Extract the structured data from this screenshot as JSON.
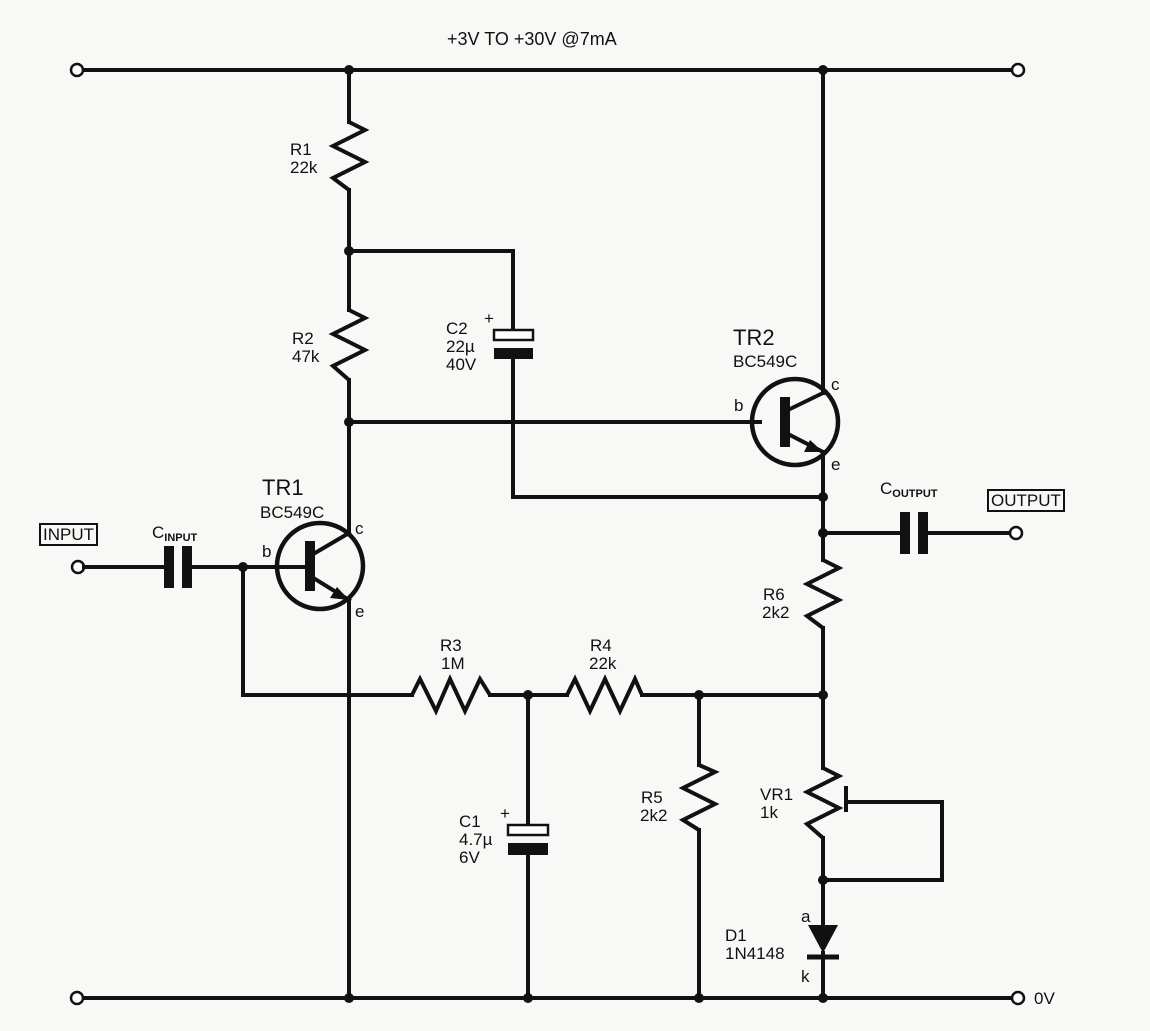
{
  "supply_label": "+3V TO +30V @7mA",
  "ground_label": "0V",
  "input_label": "INPUT",
  "output_label": "OUTPUT",
  "c_input": {
    "main": "C",
    "sub": "INPUT"
  },
  "c_output": {
    "main": "C",
    "sub": "OUTPUT"
  },
  "components": {
    "r1": {
      "ref": "R1",
      "value": "22k"
    },
    "r2": {
      "ref": "R2",
      "value": "47k"
    },
    "r3": {
      "ref": "R3",
      "value": "1M"
    },
    "r4": {
      "ref": "R4",
      "value": "22k"
    },
    "r5": {
      "ref": "R5",
      "value": "2k2"
    },
    "r6": {
      "ref": "R6",
      "value": "2k2"
    },
    "vr1": {
      "ref": "VR1",
      "value": "1k"
    },
    "c1": {
      "ref": "C1",
      "value": "4.7µ",
      "voltage": "6V",
      "polarity": "+"
    },
    "c2": {
      "ref": "C2",
      "value": "22µ",
      "voltage": "40V",
      "polarity": "+"
    },
    "d1": {
      "ref": "D1",
      "part": "1N4148",
      "anode": "a",
      "cathode": "k"
    },
    "tr1": {
      "ref": "TR1",
      "part": "BC549C",
      "pins": {
        "b": "b",
        "c": "c",
        "e": "e"
      }
    },
    "tr2": {
      "ref": "TR2",
      "part": "BC549C",
      "pins": {
        "b": "b",
        "c": "c",
        "e": "e"
      }
    }
  }
}
